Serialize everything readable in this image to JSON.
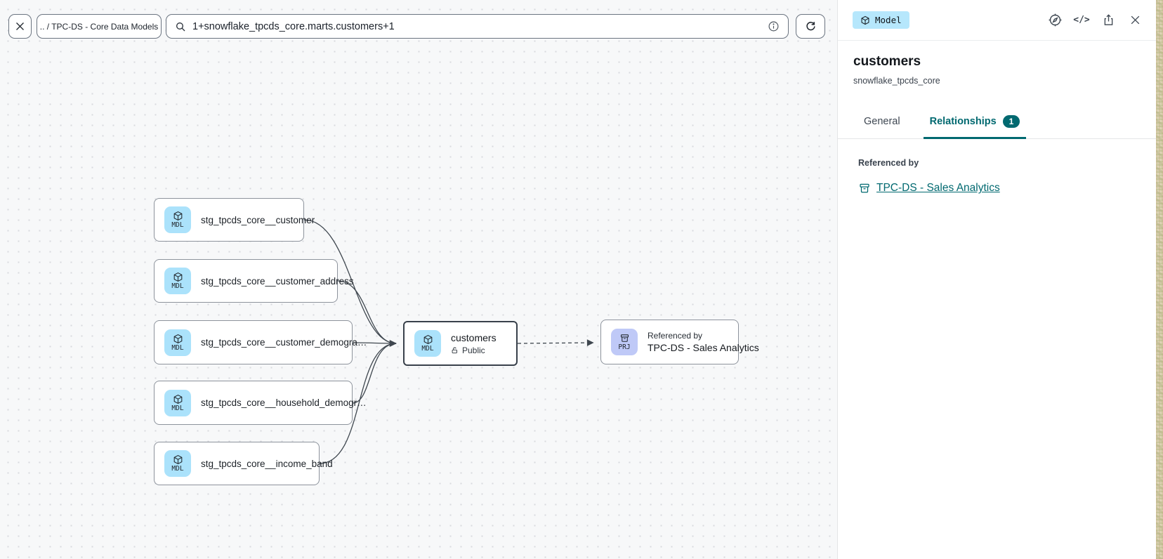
{
  "toolbar": {
    "breadcrumb": ".. / TPC-DS - Core Data Models",
    "search_value": "1+snowflake_tpcds_core.marts.customers+1",
    "icons": [
      "close-icon",
      "search-icon",
      "info-icon",
      "refresh-icon"
    ]
  },
  "canvas": {
    "badge_mdl": "MDL",
    "upstream": [
      {
        "label": "stg_tpcds_core__customer"
      },
      {
        "label": "stg_tpcds_core__customer_address"
      },
      {
        "label": "stg_tpcds_core__customer_demogra…"
      },
      {
        "label": "stg_tpcds_core__household_demogr…"
      },
      {
        "label": "stg_tpcds_core__income_band"
      }
    ],
    "selected": {
      "badge": "MDL",
      "title": "customers",
      "access": "Public"
    },
    "project": {
      "badge": "PRJ",
      "kicker": "Referenced by",
      "title": "TPC-DS - Sales Analytics"
    }
  },
  "panel": {
    "type_badge": "Model",
    "header_icons": [
      "explore-compass-icon",
      "code-icon",
      "share-icon",
      "close-icon"
    ],
    "code_glyph": "</>",
    "title": "customers",
    "subtitle": "snowflake_tpcds_core",
    "tabs": [
      {
        "label": "General",
        "active": false
      },
      {
        "label": "Relationships",
        "badge": "1",
        "active": true
      }
    ],
    "referenced_by": {
      "heading": "Referenced by",
      "link": "TPC-DS - Sales Analytics"
    }
  },
  "colors": {
    "accent": "#016970",
    "mdl-bg": "#abe2fb",
    "prj-bg": "#bfc9f7",
    "edge": "#3f474f"
  }
}
